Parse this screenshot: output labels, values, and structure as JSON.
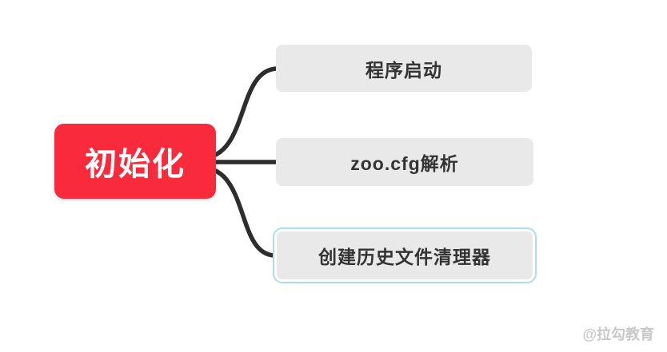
{
  "diagram": {
    "root": {
      "label": "初始化"
    },
    "children": [
      {
        "label": "程序启动",
        "selected": false
      },
      {
        "label": "zoo.cfg解析",
        "selected": false
      },
      {
        "label": "创建历史文件清理器",
        "selected": true
      }
    ],
    "colors": {
      "root_bg": "#f82a3c",
      "root_text": "#ffffff",
      "child_bg": "#e9e9e9",
      "child_text": "#333333",
      "selected_border": "#a8ddf2",
      "connector": "#2d2d2d",
      "watermark": "#c8c8c8"
    }
  },
  "watermark": {
    "text": "@拉勾教育"
  }
}
